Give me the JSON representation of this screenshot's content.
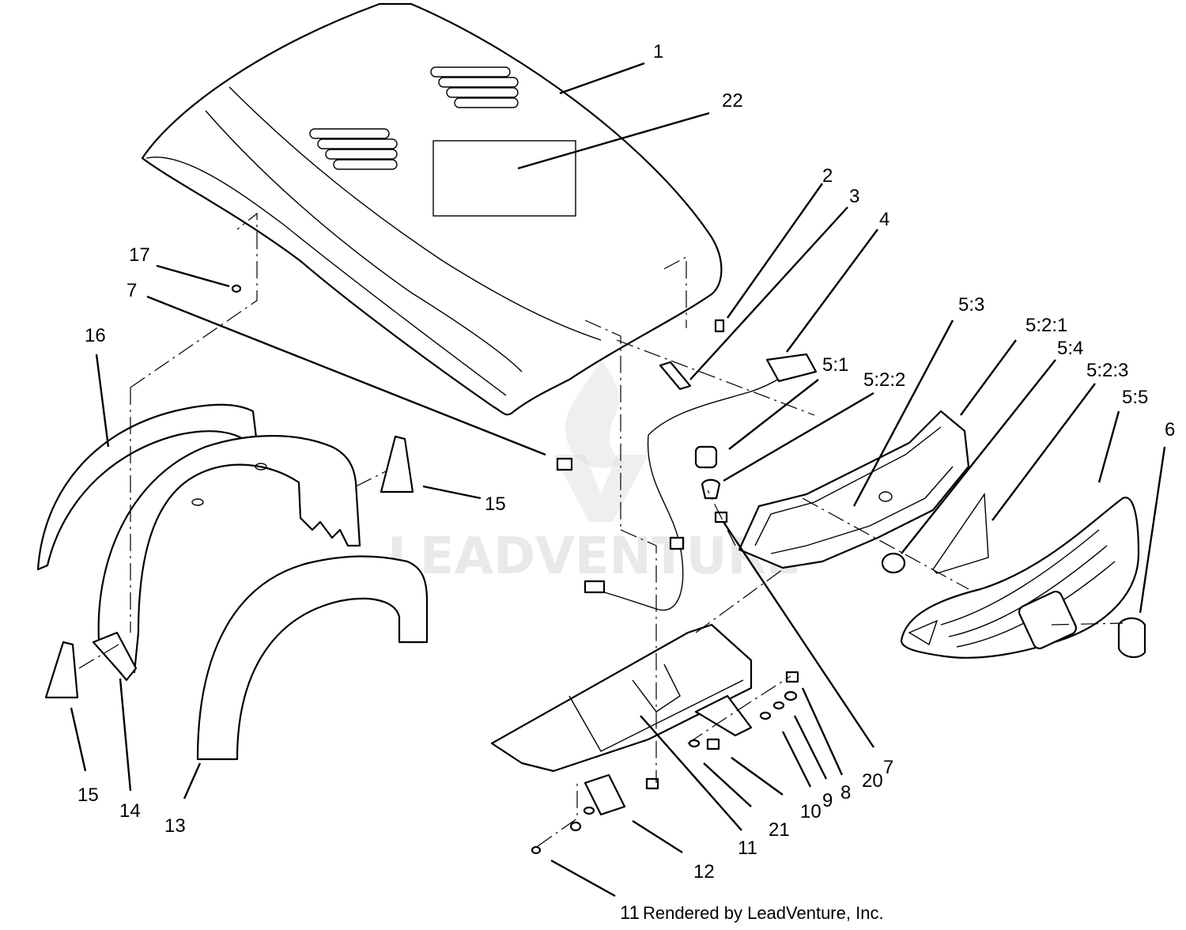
{
  "diagram": {
    "callouts": [
      {
        "id": "c1",
        "label": "1"
      },
      {
        "id": "c22",
        "label": "22"
      },
      {
        "id": "c2",
        "label": "2"
      },
      {
        "id": "c3",
        "label": "3"
      },
      {
        "id": "c4",
        "label": "4"
      },
      {
        "id": "c17",
        "label": "17"
      },
      {
        "id": "c7a",
        "label": "7"
      },
      {
        "id": "c16",
        "label": "16"
      },
      {
        "id": "c5_3",
        "label": "5:3"
      },
      {
        "id": "c5_2_1",
        "label": "5:2:1"
      },
      {
        "id": "c5_1",
        "label": "5:1"
      },
      {
        "id": "c5_4",
        "label": "5:4"
      },
      {
        "id": "c5_2_3",
        "label": "5:2:3"
      },
      {
        "id": "c5_2_2",
        "label": "5:2:2"
      },
      {
        "id": "c5_5",
        "label": "5:5"
      },
      {
        "id": "c6",
        "label": "6"
      },
      {
        "id": "c15a",
        "label": "15"
      },
      {
        "id": "c15b",
        "label": "15"
      },
      {
        "id": "c14",
        "label": "14"
      },
      {
        "id": "c13",
        "label": "13"
      },
      {
        "id": "c20",
        "label": "20"
      },
      {
        "id": "c7b",
        "label": "7"
      },
      {
        "id": "c8",
        "label": "8"
      },
      {
        "id": "c9",
        "label": "9"
      },
      {
        "id": "c10",
        "label": "10"
      },
      {
        "id": "c21",
        "label": "21"
      },
      {
        "id": "c11a",
        "label": "11"
      },
      {
        "id": "c12",
        "label": "12"
      },
      {
        "id": "c11b",
        "label": "11"
      }
    ],
    "credit": "Rendered by LeadVenture, Inc.",
    "watermark": "LEADVENTURE"
  }
}
